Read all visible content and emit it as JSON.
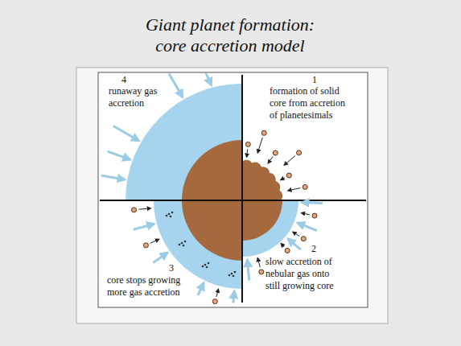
{
  "diagram": {
    "title": "Giant planet formation: core accretion model",
    "labels": [
      "4",
      "runaway gas accretion",
      "1",
      "formation of solid core from accretion of planetesimals",
      "2",
      "slow accretion of nebular gas onto still growing core",
      "3",
      "core stops growing more gas accretion"
    ]
  }
}
